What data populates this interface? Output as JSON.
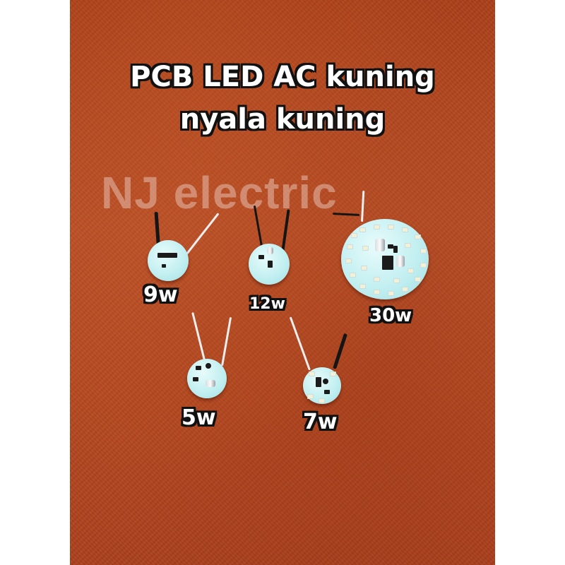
{
  "title": {
    "line1": "PCB LED AC kuning",
    "line2": "nyala kuning"
  },
  "watermark": "NJ electric",
  "products": [
    {
      "label": "9w"
    },
    {
      "label": "12w"
    },
    {
      "label": "30w"
    },
    {
      "label": "5w"
    },
    {
      "label": "7w"
    }
  ],
  "colors": {
    "background": "#b34a24",
    "text": "#ffffff",
    "text_outline": "#111111",
    "board": "#bfeef0"
  }
}
